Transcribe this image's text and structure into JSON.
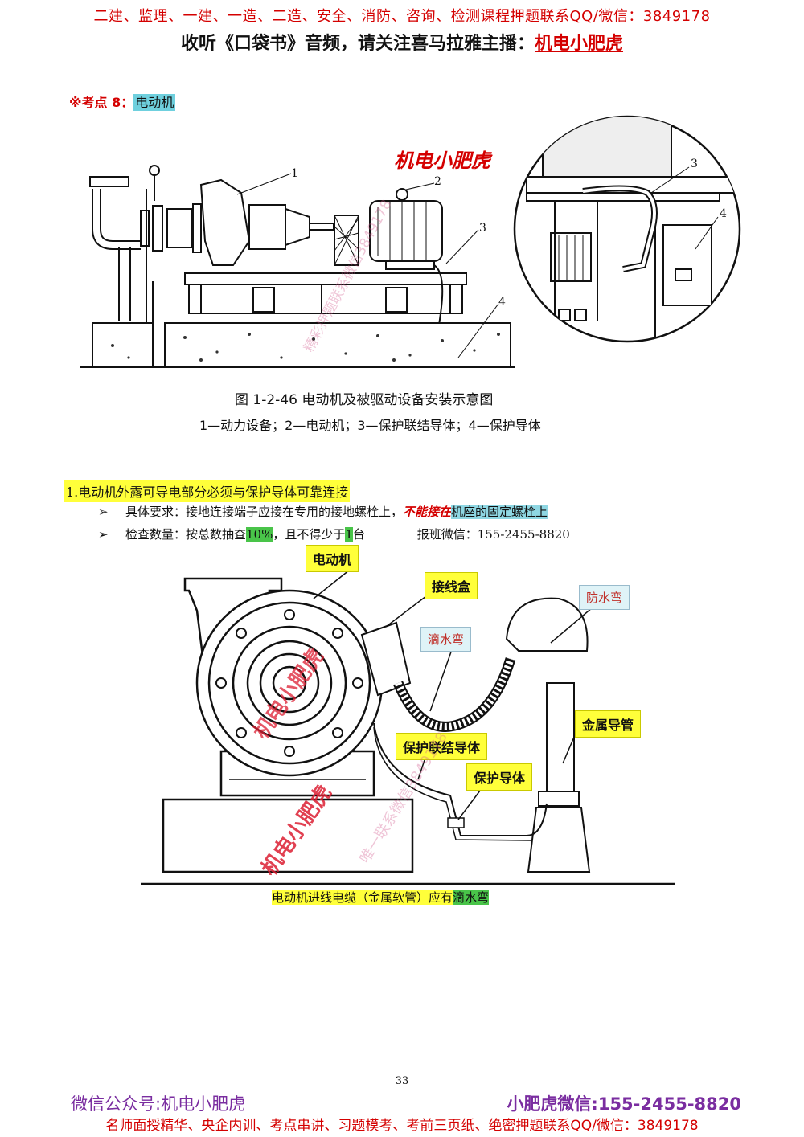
{
  "header": {
    "line1": "二建、监理、一建、一造、二造、安全、消防、咨询、检测课程押题联系QQ/微信：3849178",
    "line2_prefix": "收听《口袋书》音频，请关注喜马拉雅主播：",
    "line2_anchor": "机电小肥虎"
  },
  "kaodian": {
    "prefix": "※考点 8：",
    "topic": "电动机"
  },
  "figure1": {
    "watermark": "机电小肥虎",
    "caption": "图 1-2-46    电动机及被驱动设备安装示意图",
    "legend": "1—动力设备；2—电动机；3—保护联结导体；4—保护导体",
    "numbers": [
      "1",
      "2",
      "3",
      "4"
    ],
    "detail_numbers": [
      "3",
      "4"
    ],
    "faint_watermark": "精彩押题联系微信3849178"
  },
  "section1": {
    "title": "1.电动机外露可导电部分必须与保护导体可靠连接",
    "bullet1_text": "具体要求：接地连接端子应接在专用的接地螺栓上，",
    "bullet1_red": "不能接在",
    "bullet1_hl": "机座的固定螺栓上",
    "bullet2_text": "检查数量：按总数抽查",
    "bullet2_pct": "10%",
    "bullet2_mid": "，且不得少于",
    "bullet2_num": "1",
    "bullet2_unit": "台",
    "bullet2_wechat": "报班微信：155-2455-8820"
  },
  "figure2": {
    "labels": {
      "motor": "电动机",
      "junction_box": "接线盒",
      "waterproof_bend": "防水弯",
      "drip_loop": "滴水弯",
      "metal_conduit": "金属导管",
      "bonding_conductor": "保护联结导体",
      "protective_conductor": "保护导体"
    },
    "watermark1": "机电小肥虎",
    "watermark2": "机电小肥虎",
    "faint_watermark": "唯一联系微信3849178",
    "caption_prefix": "电动机进线电缆（金属软管）应有",
    "caption_hl": "滴水弯"
  },
  "page_number": "33",
  "footer": {
    "left": "微信公众号:机电小肥虎",
    "right": "小肥虎微信:155-2455-8820",
    "bottom": "名师面授精华、央企内训、考点串讲、习题模考、考前三页纸、绝密押题联系QQ/微信：3849178"
  }
}
